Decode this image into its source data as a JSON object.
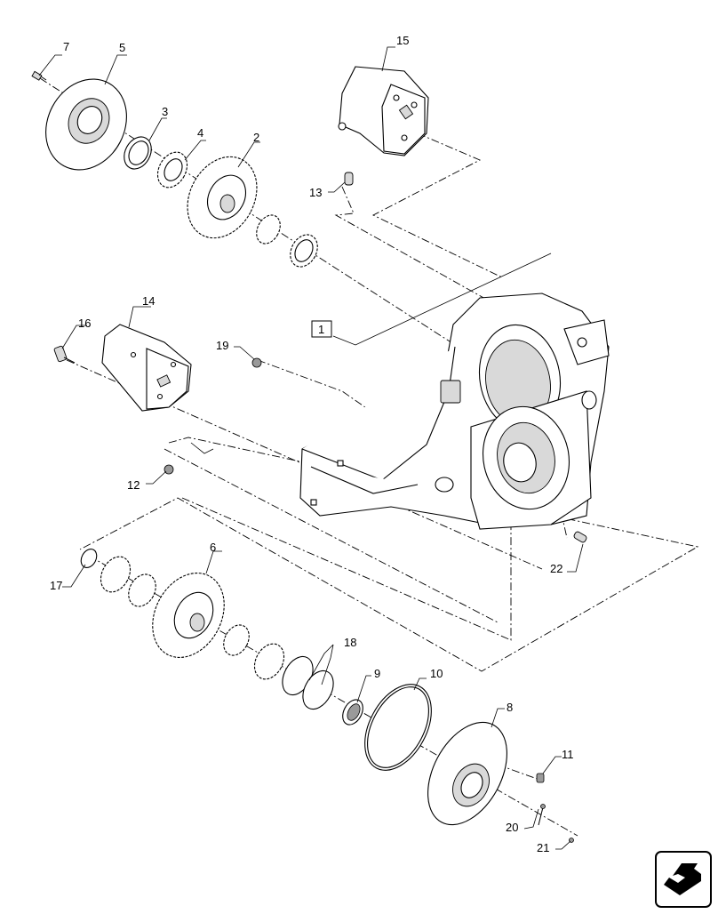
{
  "callouts": {
    "c1": "1",
    "c2": "2",
    "c3": "3",
    "c4": "4",
    "c5": "5",
    "c6": "6",
    "c7": "7",
    "c8": "8",
    "c9": "9",
    "c10": "10",
    "c11": "11",
    "c12": "12",
    "c13": "13",
    "c14": "14",
    "c15": "15",
    "c16": "16",
    "c17": "17",
    "c18": "18",
    "c19": "19",
    "c20": "20",
    "c21": "21",
    "c22": "22"
  },
  "icons": {
    "navigation": "next-arrow-icon"
  }
}
